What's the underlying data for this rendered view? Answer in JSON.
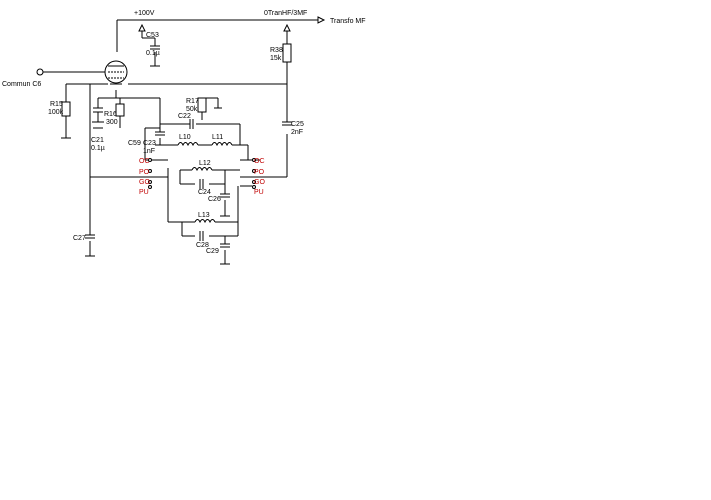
{
  "labels": {
    "supply": "+100V",
    "top_net": "0TranHF/3MF",
    "output": "Transfo MF",
    "input": "Commun C6",
    "c53": "C53",
    "c53_val": "0.1µ",
    "r38": "R38",
    "r38_val": "15k",
    "r15": "R15",
    "r15_val": "100k",
    "r16": "R16",
    "r16_val": "300",
    "c21": "C21",
    "c21_val": "0.1µ",
    "r17": "R17",
    "r17_val": "50k",
    "c22": "C22",
    "c59": "C59",
    "c23": "C23",
    "c23_val": "1nF",
    "l10": "L10",
    "l11": "L11",
    "l12": "L12",
    "l13": "L13",
    "c25": "C25",
    "c25_val": "2nF",
    "c24": "C24",
    "c26": "C26",
    "c27": "C27",
    "c28": "C28",
    "c29": "C29",
    "sw_oc_l": "OC",
    "sw_po_l": "PO",
    "sw_go_l": "GO",
    "sw_pu_l": "PU",
    "sw_oc_r": "OC",
    "sw_po_r": "PO",
    "sw_go_r": "GO",
    "sw_pu_r": "PU"
  }
}
